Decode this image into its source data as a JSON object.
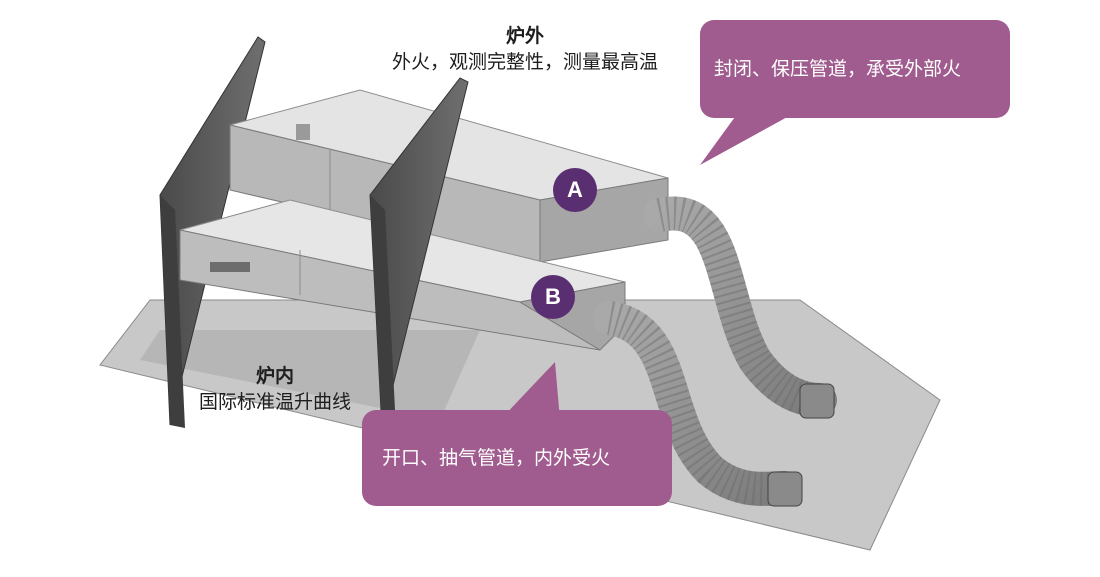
{
  "labels": {
    "outside": {
      "title": "炉外",
      "desc": "外火，观测完整性，测量最高温"
    },
    "inside": {
      "title": "炉内",
      "desc": "国际标准温升曲线"
    }
  },
  "callouts": {
    "a": {
      "text": "封闭、保压管道，承受外部火"
    },
    "b": {
      "text": "开口、抽气管道，内外受火"
    }
  },
  "badges": {
    "a": "A",
    "b": "B"
  },
  "colors": {
    "callout_fill": "#a05c8f",
    "badge_fill": "#5a2f72",
    "wall_dark": "#5e5e5e",
    "duct_grey": "#b7b7b7",
    "floor_grey": "#c9c9c9"
  }
}
